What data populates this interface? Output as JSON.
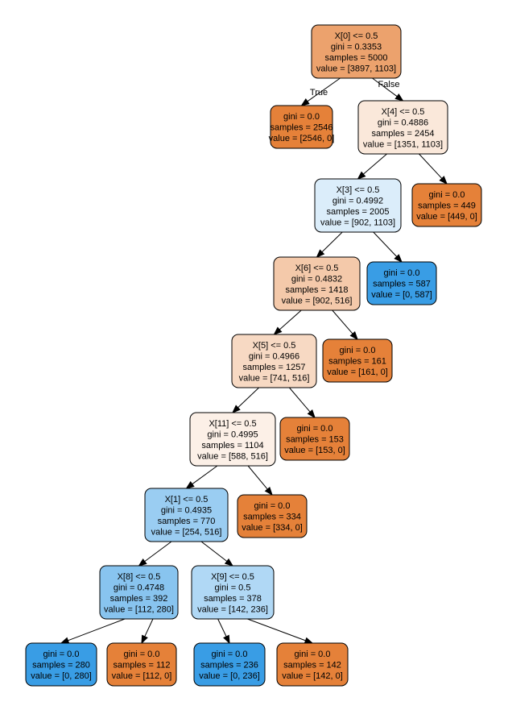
{
  "nodes": [
    {
      "id": "n0",
      "lines": [
        "X[0] <= 0.5",
        "gini = 0.3353",
        "samples = 5000",
        "value = [3897, 1103]"
      ],
      "fill": "#eca26d"
    },
    {
      "id": "n1",
      "lines": [
        "gini = 0.0",
        "samples = 2546",
        "value = [2546, 0]"
      ],
      "fill": "#e58139"
    },
    {
      "id": "n2",
      "lines": [
        "X[4] <= 0.5",
        "gini = 0.4886",
        "samples = 2454",
        "value = [1351, 1103]"
      ],
      "fill": "#fae8da"
    },
    {
      "id": "n3",
      "lines": [
        "X[3] <= 0.5",
        "gini = 0.4992",
        "samples = 2005",
        "value = [902, 1103]"
      ],
      "fill": "#dbedfa"
    },
    {
      "id": "n4",
      "lines": [
        "gini = 0.0",
        "samples = 449",
        "value = [449, 0]"
      ],
      "fill": "#e58139"
    },
    {
      "id": "n5",
      "lines": [
        "X[6] <= 0.5",
        "gini = 0.4832",
        "samples = 1418",
        "value = [902, 516]"
      ],
      "fill": "#f4c9aa"
    },
    {
      "id": "n6",
      "lines": [
        "gini = 0.0",
        "samples = 587",
        "value = [0, 587]"
      ],
      "fill": "#399de5"
    },
    {
      "id": "n7",
      "lines": [
        "X[5] <= 0.5",
        "gini = 0.4966",
        "samples = 1257",
        "value = [741, 516]"
      ],
      "fill": "#f7d9c3"
    },
    {
      "id": "n8",
      "lines": [
        "gini = 0.0",
        "samples = 161",
        "value = [161, 0]"
      ],
      "fill": "#e58139"
    },
    {
      "id": "n9",
      "lines": [
        "X[11] <= 0.5",
        "gini = 0.4995",
        "samples = 1104",
        "value = [588, 516]"
      ],
      "fill": "#fcf0e7"
    },
    {
      "id": "n10",
      "lines": [
        "gini = 0.0",
        "samples = 153",
        "value = [153, 0]"
      ],
      "fill": "#e58139"
    },
    {
      "id": "n11",
      "lines": [
        "X[1] <= 0.5",
        "gini = 0.4935",
        "samples = 770",
        "value = [254, 516]"
      ],
      "fill": "#9acdf2"
    },
    {
      "id": "n12",
      "lines": [
        "gini = 0.0",
        "samples = 334",
        "value = [334, 0]"
      ],
      "fill": "#e58139"
    },
    {
      "id": "n13",
      "lines": [
        "X[8] <= 0.5",
        "gini = 0.4748",
        "samples = 392",
        "value = [112, 280]"
      ],
      "fill": "#88c4ef"
    },
    {
      "id": "n14",
      "lines": [
        "X[9] <= 0.5",
        "gini = 0.5",
        "samples = 378",
        "value = [142, 236]"
      ],
      "fill": "#b0d8f5"
    },
    {
      "id": "n15",
      "lines": [
        "gini = 0.0",
        "samples = 280",
        "value = [0, 280]"
      ],
      "fill": "#399de5"
    },
    {
      "id": "n16",
      "lines": [
        "gini = 0.0",
        "samples = 112",
        "value = [112, 0]"
      ],
      "fill": "#e58139"
    },
    {
      "id": "n17",
      "lines": [
        "gini = 0.0",
        "samples = 236",
        "value = [0, 236]"
      ],
      "fill": "#399de5"
    },
    {
      "id": "n18",
      "lines": [
        "gini = 0.0",
        "samples = 142",
        "value = [142, 0]"
      ],
      "fill": "#e58139"
    }
  ],
  "edges": [
    {
      "from": "n0",
      "to": "n1",
      "label": "True"
    },
    {
      "from": "n0",
      "to": "n2",
      "label": "False"
    },
    {
      "from": "n2",
      "to": "n3",
      "label": ""
    },
    {
      "from": "n2",
      "to": "n4",
      "label": ""
    },
    {
      "from": "n3",
      "to": "n5",
      "label": ""
    },
    {
      "from": "n3",
      "to": "n6",
      "label": ""
    },
    {
      "from": "n5",
      "to": "n7",
      "label": ""
    },
    {
      "from": "n5",
      "to": "n8",
      "label": ""
    },
    {
      "from": "n7",
      "to": "n9",
      "label": ""
    },
    {
      "from": "n7",
      "to": "n10",
      "label": ""
    },
    {
      "from": "n9",
      "to": "n11",
      "label": ""
    },
    {
      "from": "n9",
      "to": "n12",
      "label": ""
    },
    {
      "from": "n11",
      "to": "n13",
      "label": ""
    },
    {
      "from": "n11",
      "to": "n14",
      "label": ""
    },
    {
      "from": "n13",
      "to": "n15",
      "label": ""
    },
    {
      "from": "n13",
      "to": "n16",
      "label": ""
    },
    {
      "from": "n14",
      "to": "n17",
      "label": ""
    },
    {
      "from": "n14",
      "to": "n18",
      "label": ""
    }
  ]
}
